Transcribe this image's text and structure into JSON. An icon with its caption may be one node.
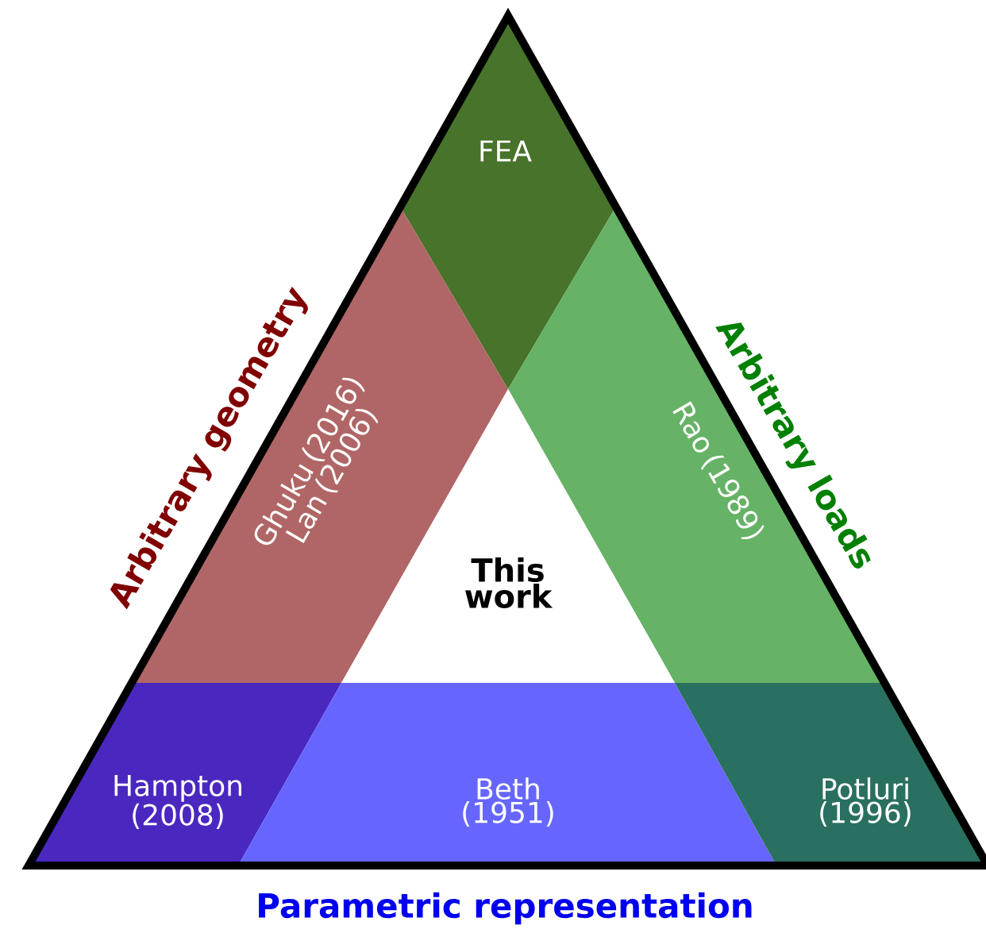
{
  "diagram": {
    "nodes": [
      {
        "text": [
          "FEA"
        ]
      },
      {
        "text": [
          "Ghuku (2016)",
          "Lan (2006)"
        ]
      },
      {
        "text": [
          "Rao (1989)"
        ]
      },
      {
        "text": [
          "This work"
        ]
      },
      {
        "text": [
          "Hampton (2008)"
        ]
      },
      {
        "text": [
          "Beth (1951)"
        ]
      },
      {
        "text": [
          "Potluri (1996)"
        ]
      }
    ],
    "labels": [
      "Arbitrary geometry",
      "Arbitrary loads",
      "Parametric representation"
    ]
  }
}
